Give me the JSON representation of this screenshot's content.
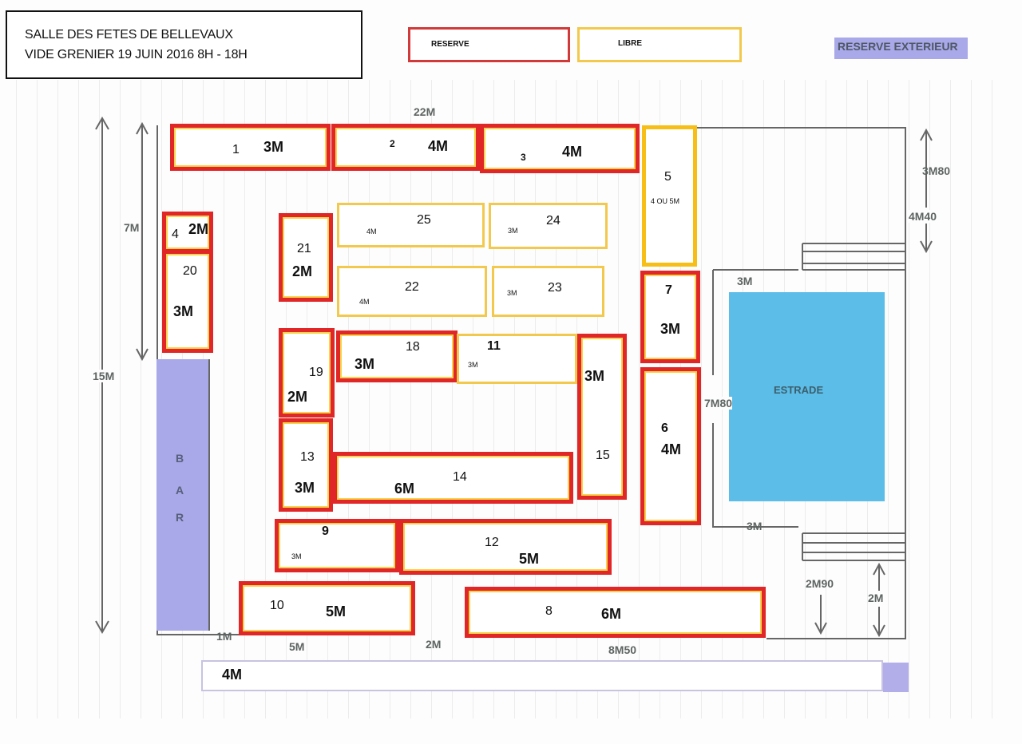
{
  "header": {
    "line1": "SALLE DES FETES DE BELLEVAUX",
    "line2": "VIDE GRENIER 19 JUIN 2016 8H - 18H"
  },
  "legend": {
    "reserve": "RESERVE",
    "libre": "LIBRE",
    "reserve_exterieur": "RESERVE EXTERIEUR"
  },
  "colors": {
    "reserve": "#e02626",
    "libre": "#f2c94c",
    "exterieur": "#a9a8e8",
    "estrade": "#5bbde8"
  },
  "areas": {
    "bar": [
      "B",
      "A",
      "R"
    ],
    "estrade": "ESTRADE",
    "exterior_strip_size": "4M"
  },
  "dimensions": {
    "width_top": "22M",
    "left_7": "7M",
    "left_15": "15M",
    "right_3m80": "3M80",
    "right_4m40": "4M40",
    "stage_top": "3M",
    "stage_side": "7M80",
    "stage_bottom": "3M",
    "stairs_2m90": "2M90",
    "stairs_2m": "2M",
    "bottom_1m": "1M",
    "bottom_5m": "5M",
    "bottom_2m": "2M",
    "bottom_8m50": "8M50"
  },
  "stalls": {
    "s1": {
      "number": "1",
      "size": "3M",
      "status": "reserve"
    },
    "s2": {
      "number": "2",
      "size": "4M",
      "status": "reserve"
    },
    "s3": {
      "number": "3",
      "size": "4M",
      "status": "reserve"
    },
    "s4": {
      "number": "4",
      "size": "2M",
      "status": "reserve"
    },
    "s5": {
      "number": "5",
      "size": "4 OU 5M",
      "status": "libre"
    },
    "s6": {
      "number": "6",
      "size": "4M",
      "status": "reserve"
    },
    "s7": {
      "number": "7",
      "size": "3M",
      "status": "reserve"
    },
    "s8": {
      "number": "8",
      "size": "6M",
      "status": "reserve"
    },
    "s9": {
      "number": "9",
      "size": "3M",
      "status": "reserve"
    },
    "s10": {
      "number": "10",
      "size": "5M",
      "status": "reserve"
    },
    "s11": {
      "number": "11",
      "size": "3M",
      "status": "libre"
    },
    "s12": {
      "number": "12",
      "size": "5M",
      "status": "reserve"
    },
    "s13": {
      "number": "13",
      "size": "3M",
      "status": "reserve"
    },
    "s14": {
      "number": "14",
      "size": "6M",
      "status": "reserve"
    },
    "s15": {
      "number": "15",
      "size": "3M",
      "status": "reserve"
    },
    "s18": {
      "number": "18",
      "size": "3M",
      "status": "reserve"
    },
    "s19": {
      "number": "19",
      "size": "2M",
      "status": "reserve"
    },
    "s20": {
      "number": "20",
      "size": "3M",
      "status": "reserve"
    },
    "s21": {
      "number": "21",
      "size": "2M",
      "status": "reserve"
    },
    "s22": {
      "number": "22",
      "size": "4M",
      "status": "libre"
    },
    "s23": {
      "number": "23",
      "size": "3M",
      "status": "libre"
    },
    "s24": {
      "number": "24",
      "size": "3M",
      "status": "libre"
    },
    "s25": {
      "number": "25",
      "size": "4M",
      "status": "libre"
    }
  }
}
